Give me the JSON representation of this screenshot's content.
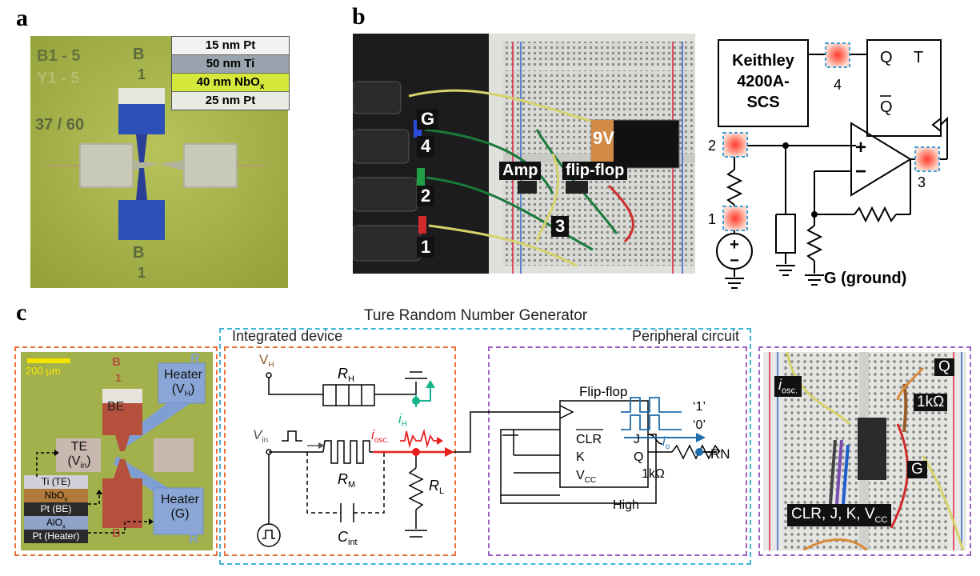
{
  "panels": {
    "a": "a",
    "b": "b",
    "c": "c"
  },
  "panel_a": {
    "labels": {
      "b1_5": "B1 - 5",
      "y1_5": "Y1 - 5",
      "b_top": "B",
      "one_top": "1",
      "ratio": "37 / 60",
      "b_bottom": "B",
      "one_bottom": "1"
    },
    "stack": [
      {
        "text": "15 nm Pt",
        "color": "#f2f2f2"
      },
      {
        "text": "50 nm Ti",
        "color": "#9aa4ae"
      },
      {
        "text": "40 nm NbO",
        "sub": "x",
        "color": "#d4e83c"
      },
      {
        "text": "25 nm Pt",
        "color": "#e8ebe3"
      }
    ]
  },
  "panel_b": {
    "photo_labels": {
      "g": "G",
      "four": "4",
      "two": "2",
      "one": "1",
      "three": "3",
      "amp": "Amp",
      "flipflop": "flip-flop",
      "battery": "9V"
    },
    "schematic": {
      "keithley_line1": "Keithley",
      "keithley_line2": "4200A-",
      "keithley_line3": "SCS",
      "node4": "4",
      "node2": "2",
      "node1": "1",
      "node3": "3",
      "ff_q": "Q",
      "ff_t": "T",
      "ff_qbar": "Q",
      "plus": "+",
      "minus": "−",
      "ground": "G (ground)"
    }
  },
  "panel_c": {
    "title": "Ture Random Number Generator",
    "integrated_title": "Integrated device",
    "peripheral_title": "Peripheral circuit",
    "micrograph": {
      "scale": "200 μm",
      "te": "TE",
      "te_sub": "(V",
      "te_sub_in": "in",
      ")": ")",
      "be": "BE",
      "heater_vh": "Heater",
      "heater_vh_sub": "(V",
      "heater_vh_h": "H",
      "heater_g": "Heater",
      "heater_g_sub": "(G)",
      "b": "B",
      "one": "1",
      "r": "R",
      "layers": [
        {
          "text": "Ti (TE)",
          "color": "#cfd0d8"
        },
        {
          "text": "NbO",
          "sub": "x",
          "color": "#b07a3a"
        },
        {
          "text": "Pt (BE)",
          "color": "#2b2b2b"
        },
        {
          "text": "AlO",
          "sub": "x",
          "color": "#8fa3c8"
        },
        {
          "text": "Pt (Heater)",
          "color": "#2b2b2b"
        }
      ]
    },
    "circuit": {
      "vh": "V",
      "vh_sub": "H",
      "rh": "R",
      "rh_sub": "H",
      "ih": "i",
      "ih_sub": "H",
      "vin": "V",
      "vin_sub": "in",
      "rm": "R",
      "rm_sub": "M",
      "iosc": "i",
      "iosc_sub": "osc.",
      "rl": "R",
      "rl_sub": "L",
      "cint": "C",
      "cint_sub": "int",
      "ff_title": "Flip-flop",
      "clr": "CLR",
      "k": "K",
      "vcc": "V",
      "vcc_sub": "CC",
      "j": "J",
      "q": "Q",
      "io": "i",
      "io_sub": "o",
      "r1k": "1kΩ",
      "rn": "RN",
      "high": "High",
      "out1": "‘1’",
      "out0": "‘0’"
    },
    "breadboard": {
      "iosc": "i",
      "iosc_sub": "osc.",
      "q": "Q",
      "r1k": "1kΩ",
      "g": "G",
      "clr": "CLR, J, K, V",
      "clr_sub": "CC"
    }
  },
  "colors": {
    "orange_box": "#e8703a",
    "cyan_box": "#3fb6d6",
    "purple_box": "#a061c4",
    "red": "#e8201e",
    "teal": "#16b28c",
    "blue": "#1f6fae",
    "micro_green": "#a6b64f"
  }
}
